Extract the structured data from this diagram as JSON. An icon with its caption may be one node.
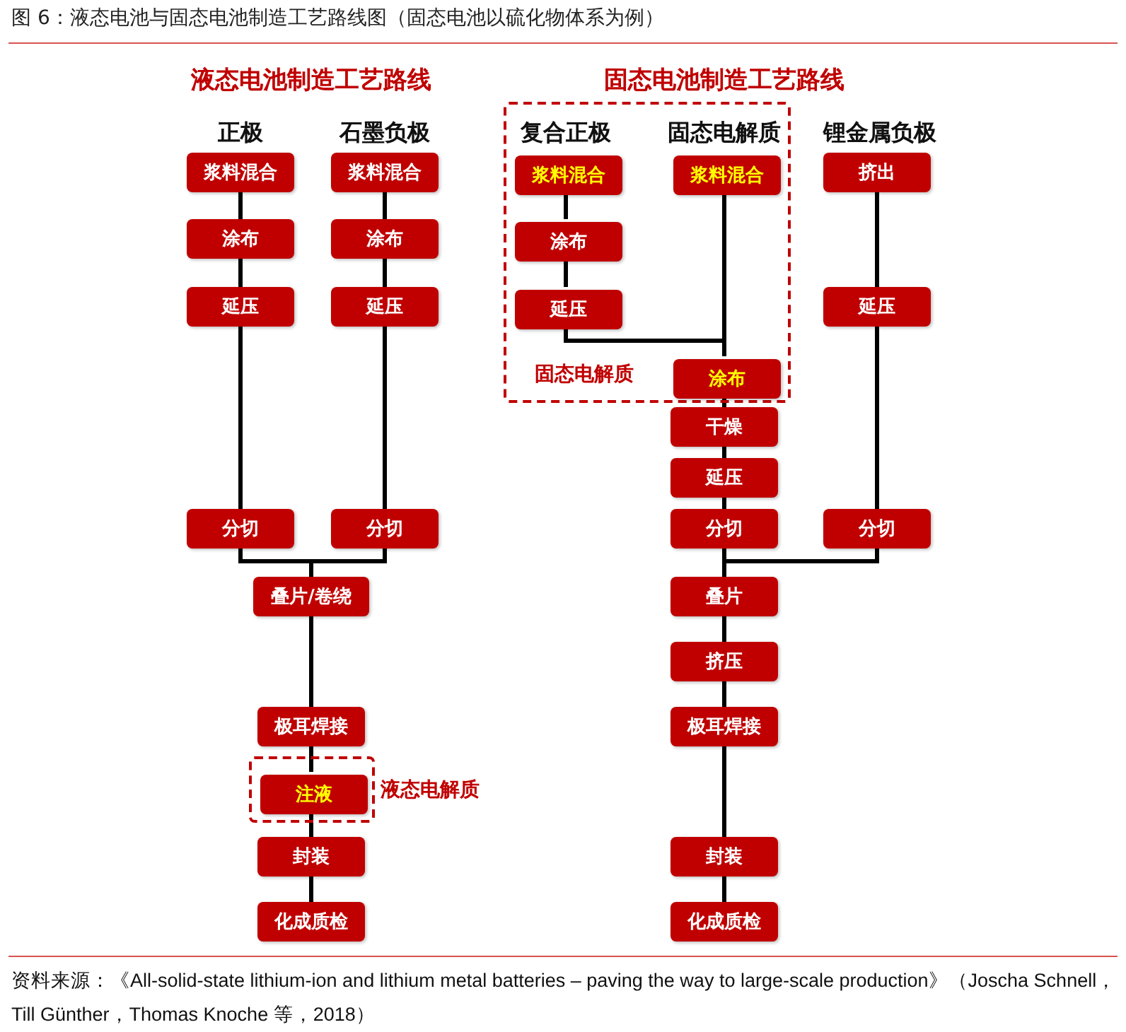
{
  "diagram": {
    "title": "图 6：液态电池与固态电池制造工艺路线图（固态电池以硫化物体系为例）",
    "caption": "资料来源：《All-solid-state lithium-ion and lithium metal batteries – paving the way to large-scale production》（Joscha Schnell，Till Günther，Thomas Knoche 等，2018）",
    "nodes": [
      {
        "text": [
          "浆料混合"
        ]
      },
      {
        "text": [
          "涂布"
        ]
      },
      {
        "text": [
          "延压"
        ]
      },
      {
        "text": [
          "分切"
        ]
      },
      {
        "text": [
          "浆料混合"
        ]
      },
      {
        "text": [
          "涂布"
        ]
      },
      {
        "text": [
          "延压"
        ]
      },
      {
        "text": [
          "分切"
        ]
      },
      {
        "text": [
          "叠片/卷绕"
        ]
      },
      {
        "text": [
          "极耳焊接"
        ]
      },
      {
        "text": [],
        "shape": "box",
        "beside": [
          "液态电解质"
        ]
      },
      {
        "text": [
          "注液"
        ],
        "in": 10
      },
      {
        "text": [
          "封装"
        ]
      },
      {
        "text": [
          "化成质检"
        ]
      },
      {
        "text": [
          "复合正极",
          "固态电解质",
          "固态电解质"
        ]
      },
      {
        "text": [
          "浆料混合"
        ],
        "in": 14
      },
      {
        "text": [
          "涂布"
        ],
        "in": 14
      },
      {
        "text": [
          "延压"
        ],
        "in": 14
      },
      {
        "text": [
          "浆料混合"
        ],
        "in": 14
      },
      {
        "text": [
          "涂布"
        ],
        "in": 14
      },
      {
        "text": [
          "干燥"
        ]
      },
      {
        "text": [
          "延压"
        ]
      },
      {
        "text": [
          "分切"
        ]
      },
      {
        "text": [
          "叠片"
        ]
      },
      {
        "text": [
          "挤压"
        ]
      },
      {
        "text": [
          "极耳焊接"
        ]
      },
      {
        "text": [
          "封装"
        ]
      },
      {
        "text": [
          "化成质检"
        ]
      },
      {
        "text": [
          "挤出"
        ]
      },
      {
        "text": [
          "延压"
        ]
      },
      {
        "text": [
          "分切"
        ]
      }
    ],
    "edges": [
      {
        "from": 0,
        "to": 1,
        "arrow": "none"
      },
      {
        "from": 1,
        "to": 2,
        "arrow": "none"
      },
      {
        "from": 2,
        "to": 3,
        "arrow": "none"
      },
      {
        "from": 4,
        "to": 5,
        "arrow": "none"
      },
      {
        "from": 5,
        "to": 6,
        "arrow": "none"
      },
      {
        "from": 6,
        "to": 7,
        "arrow": "none"
      },
      {
        "from": 3,
        "to": 8,
        "arrow": "none"
      },
      {
        "from": 7,
        "to": 8,
        "arrow": "none"
      },
      {
        "from": 8,
        "to": 9,
        "arrow": "none"
      },
      {
        "from": 9,
        "to": 11,
        "arrow": "none"
      },
      {
        "from": 11,
        "to": 12,
        "arrow": "none"
      },
      {
        "from": 12,
        "to": 13,
        "arrow": "none"
      },
      {
        "from": 15,
        "to": 16,
        "arrow": "none"
      },
      {
        "from": 16,
        "to": 17,
        "arrow": "none"
      },
      {
        "from": 17,
        "to": 19,
        "arrow": "none"
      },
      {
        "from": 18,
        "to": 19,
        "arrow": "none"
      },
      {
        "from": 19,
        "to": 20,
        "arrow": "none"
      },
      {
        "from": 20,
        "to": 21,
        "arrow": "none"
      },
      {
        "from": 21,
        "to": 22,
        "arrow": "none"
      },
      {
        "from": 22,
        "to": 23,
        "arrow": "none"
      },
      {
        "from": 30,
        "to": 23,
        "arrow": "none"
      },
      {
        "from": 23,
        "to": 24,
        "arrow": "none"
      },
      {
        "from": 24,
        "to": 25,
        "arrow": "none"
      },
      {
        "from": 25,
        "to": 26,
        "arrow": "none"
      },
      {
        "from": 26,
        "to": 27,
        "arrow": "none"
      },
      {
        "from": 28,
        "to": 29,
        "arrow": "none"
      },
      {
        "from": 29,
        "to": 30,
        "arrow": "none"
      }
    ],
    "labels": [
      "液态电池制造工艺路线",
      "固态电池制造工艺路线",
      "正极",
      "石墨负极",
      "锂金属负极"
    ]
  }
}
